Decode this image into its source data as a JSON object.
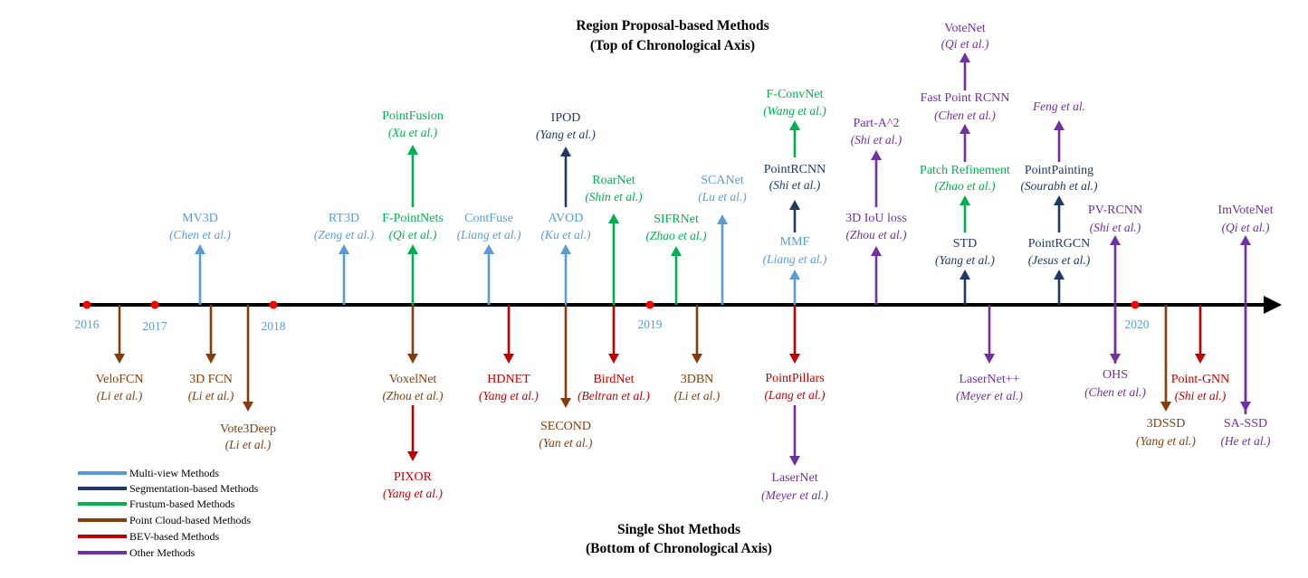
{
  "headers": {
    "top_title": "Region Proposal-based Methods",
    "top_subtitle": "(Top of Chronological Axis)",
    "bottom_title": "Single Shot Methods",
    "bottom_subtitle": "(Bottom of Chronological Axis)"
  },
  "category_colors": {
    "multiview": "#5b9bd5",
    "segmentation": "#1f3864",
    "frustum": "#00b050",
    "pointcloud": "#843c0c",
    "bev": "#c00000",
    "other": "#7030a0"
  },
  "years": [
    "2016",
    "2017",
    "2018",
    "2019",
    "2020"
  ],
  "legend": [
    {
      "cat": "multiview",
      "label": "Multi-view Methods"
    },
    {
      "cat": "segmentation",
      "label": "Segmentation-based Methods"
    },
    {
      "cat": "frustum",
      "label": "Frustum-based Methods"
    },
    {
      "cat": "pointcloud",
      "label": "Point Cloud-based Methods"
    },
    {
      "cat": "bev",
      "label": "BEV-based Methods"
    },
    {
      "cat": "other",
      "label": "Other Methods"
    }
  ],
  "methods": [
    {
      "name": "MV3D",
      "authors": "Chen et al.",
      "cat": "multiview"
    },
    {
      "name": "RT3D",
      "authors": "Zeng et al.",
      "cat": "multiview"
    },
    {
      "name": "F-PointNets",
      "authors": "Qi et al.",
      "cat": "frustum"
    },
    {
      "name": "PointFusion",
      "authors": "Xu et al.",
      "cat": "frustum"
    },
    {
      "name": "ContFuse",
      "authors": "Liang et al.",
      "cat": "multiview"
    },
    {
      "name": "AVOD",
      "authors": "Ku et al.",
      "cat": "multiview"
    },
    {
      "name": "IPOD",
      "authors": "Yang et al.",
      "cat": "segmentation"
    },
    {
      "name": "RoarNet",
      "authors": "Shin et al.",
      "cat": "frustum"
    },
    {
      "name": "SIFRNet",
      "authors": "Zhao et al.",
      "cat": "frustum"
    },
    {
      "name": "SCANet",
      "authors": "Lu et al.",
      "cat": "multiview"
    },
    {
      "name": "MMF",
      "authors": "Liang et al.",
      "cat": "multiview"
    },
    {
      "name": "PointRCNN",
      "authors": "Shi et al.",
      "cat": "segmentation"
    },
    {
      "name": "F-ConvNet",
      "authors": "Wang et al.",
      "cat": "frustum"
    },
    {
      "name": "3D IoU loss",
      "authors": "Zhou et al.",
      "cat": "other"
    },
    {
      "name": "Part-A^2",
      "authors": "Shi et al.",
      "cat": "other"
    },
    {
      "name": "STD",
      "authors": "Yang et al.",
      "cat": "segmentation"
    },
    {
      "name": "Patch Refinement",
      "authors": "Zhao et al.",
      "cat": "frustum"
    },
    {
      "name": "Fast Point RCNN",
      "authors": "Chen et al.",
      "cat": "other"
    },
    {
      "name": "VoteNet",
      "authors": "Qi et al.",
      "cat": "other"
    },
    {
      "name": "PointRGCN",
      "authors": "Jesus et al.",
      "cat": "segmentation"
    },
    {
      "name": "PointPainting",
      "authors": "Sourabh et al.",
      "cat": "segmentation"
    },
    {
      "name": "",
      "authors": "Feng et al.",
      "cat": "other"
    },
    {
      "name": "PV-RCNN",
      "authors": "Shi et al.",
      "cat": "other"
    },
    {
      "name": "ImVoteNet",
      "authors": "Qi et al.",
      "cat": "other"
    },
    {
      "name": "VeloFCN",
      "authors": "Li et al.",
      "cat": "pointcloud"
    },
    {
      "name": "3D FCN",
      "authors": "Li et al.",
      "cat": "pointcloud"
    },
    {
      "name": "Vote3Deep",
      "authors": "Li et al.",
      "cat": "pointcloud"
    },
    {
      "name": "VoxelNet",
      "authors": "Zhou et al.",
      "cat": "pointcloud"
    },
    {
      "name": "PIXOR",
      "authors": "Yang et al.",
      "cat": "bev"
    },
    {
      "name": "HDNET",
      "authors": "Yang et al.",
      "cat": "bev"
    },
    {
      "name": "SECOND",
      "authors": "Yan et al.",
      "cat": "pointcloud"
    },
    {
      "name": "BirdNet",
      "authors": "Beltran et al.",
      "cat": "bev"
    },
    {
      "name": "3DBN",
      "authors": "Li et al.",
      "cat": "pointcloud"
    },
    {
      "name": "PointPillars",
      "authors": "Lang et al.",
      "cat": "bev"
    },
    {
      "name": "LaserNet",
      "authors": "Meyer et al.",
      "cat": "other"
    },
    {
      "name": "LaserNet++",
      "authors": "Meyer et al.",
      "cat": "other"
    },
    {
      "name": "OHS",
      "authors": "Chen et al.",
      "cat": "other"
    },
    {
      "name": "3DSSD",
      "authors": "Yang et al.",
      "cat": "pointcloud"
    },
    {
      "name": "Point-GNN",
      "authors": "Shi et al.",
      "cat": "bev"
    },
    {
      "name": "SA-SSD",
      "authors": "He et al.",
      "cat": "other"
    }
  ]
}
